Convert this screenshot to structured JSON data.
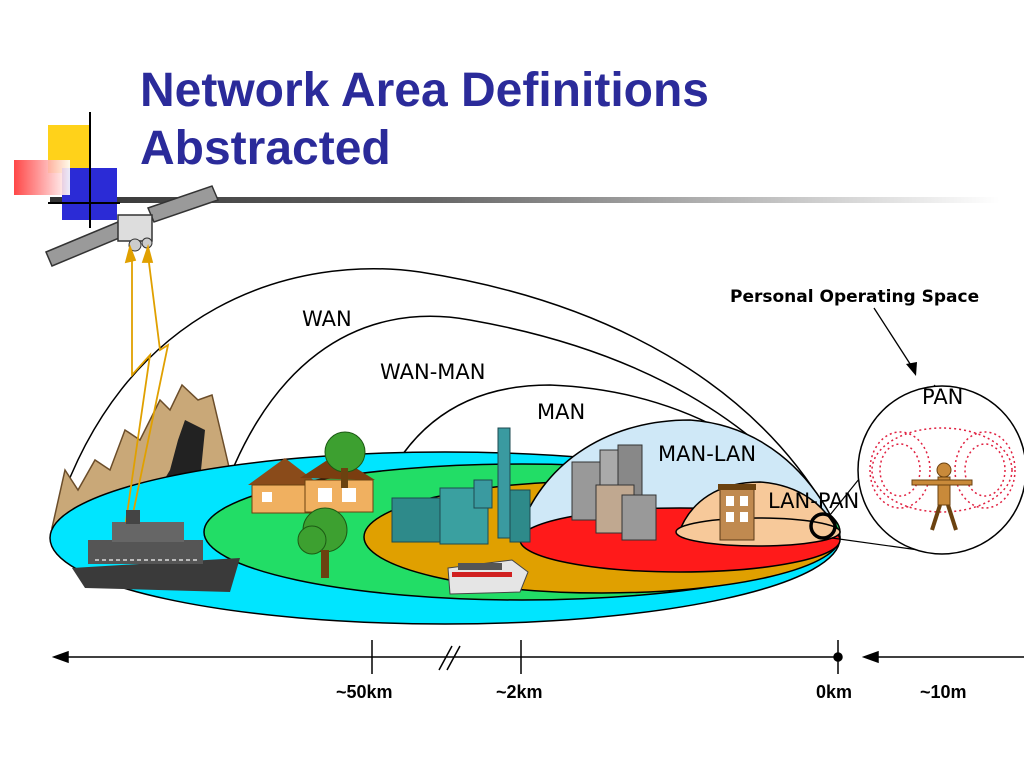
{
  "title": {
    "line1": "Network Area Definitions",
    "line2": "Abstracted"
  },
  "zones": {
    "wan": "WAN",
    "wan_man": "WAN-MAN",
    "man": "MAN",
    "man_lan": "MAN-LAN",
    "lan_pan": "LAN-PAN",
    "pan": "PAN"
  },
  "callout": "Personal Operating Space",
  "axis": {
    "d50": "~50km",
    "d2": "~2km",
    "d0": "0km",
    "d10": "~10m"
  },
  "colors": {
    "title": "#2b2b9a",
    "wan_fill": "#00e5ff",
    "wan_man_fill": "#22dd66",
    "man_fill": "#e0a000",
    "man_lan_fill": "#ff1a1a",
    "lan_fill": "#f7c99a",
    "dome_fill": "#cfe8f7"
  },
  "icons": [
    "logo-squares-icon",
    "satellite-icon",
    "mountain-icon",
    "ship-icon",
    "house-icon",
    "tree-icon",
    "factory-icon",
    "train-icon",
    "office-buildings-icon",
    "small-building-icon",
    "person-icon",
    "signal-field-icon"
  ]
}
